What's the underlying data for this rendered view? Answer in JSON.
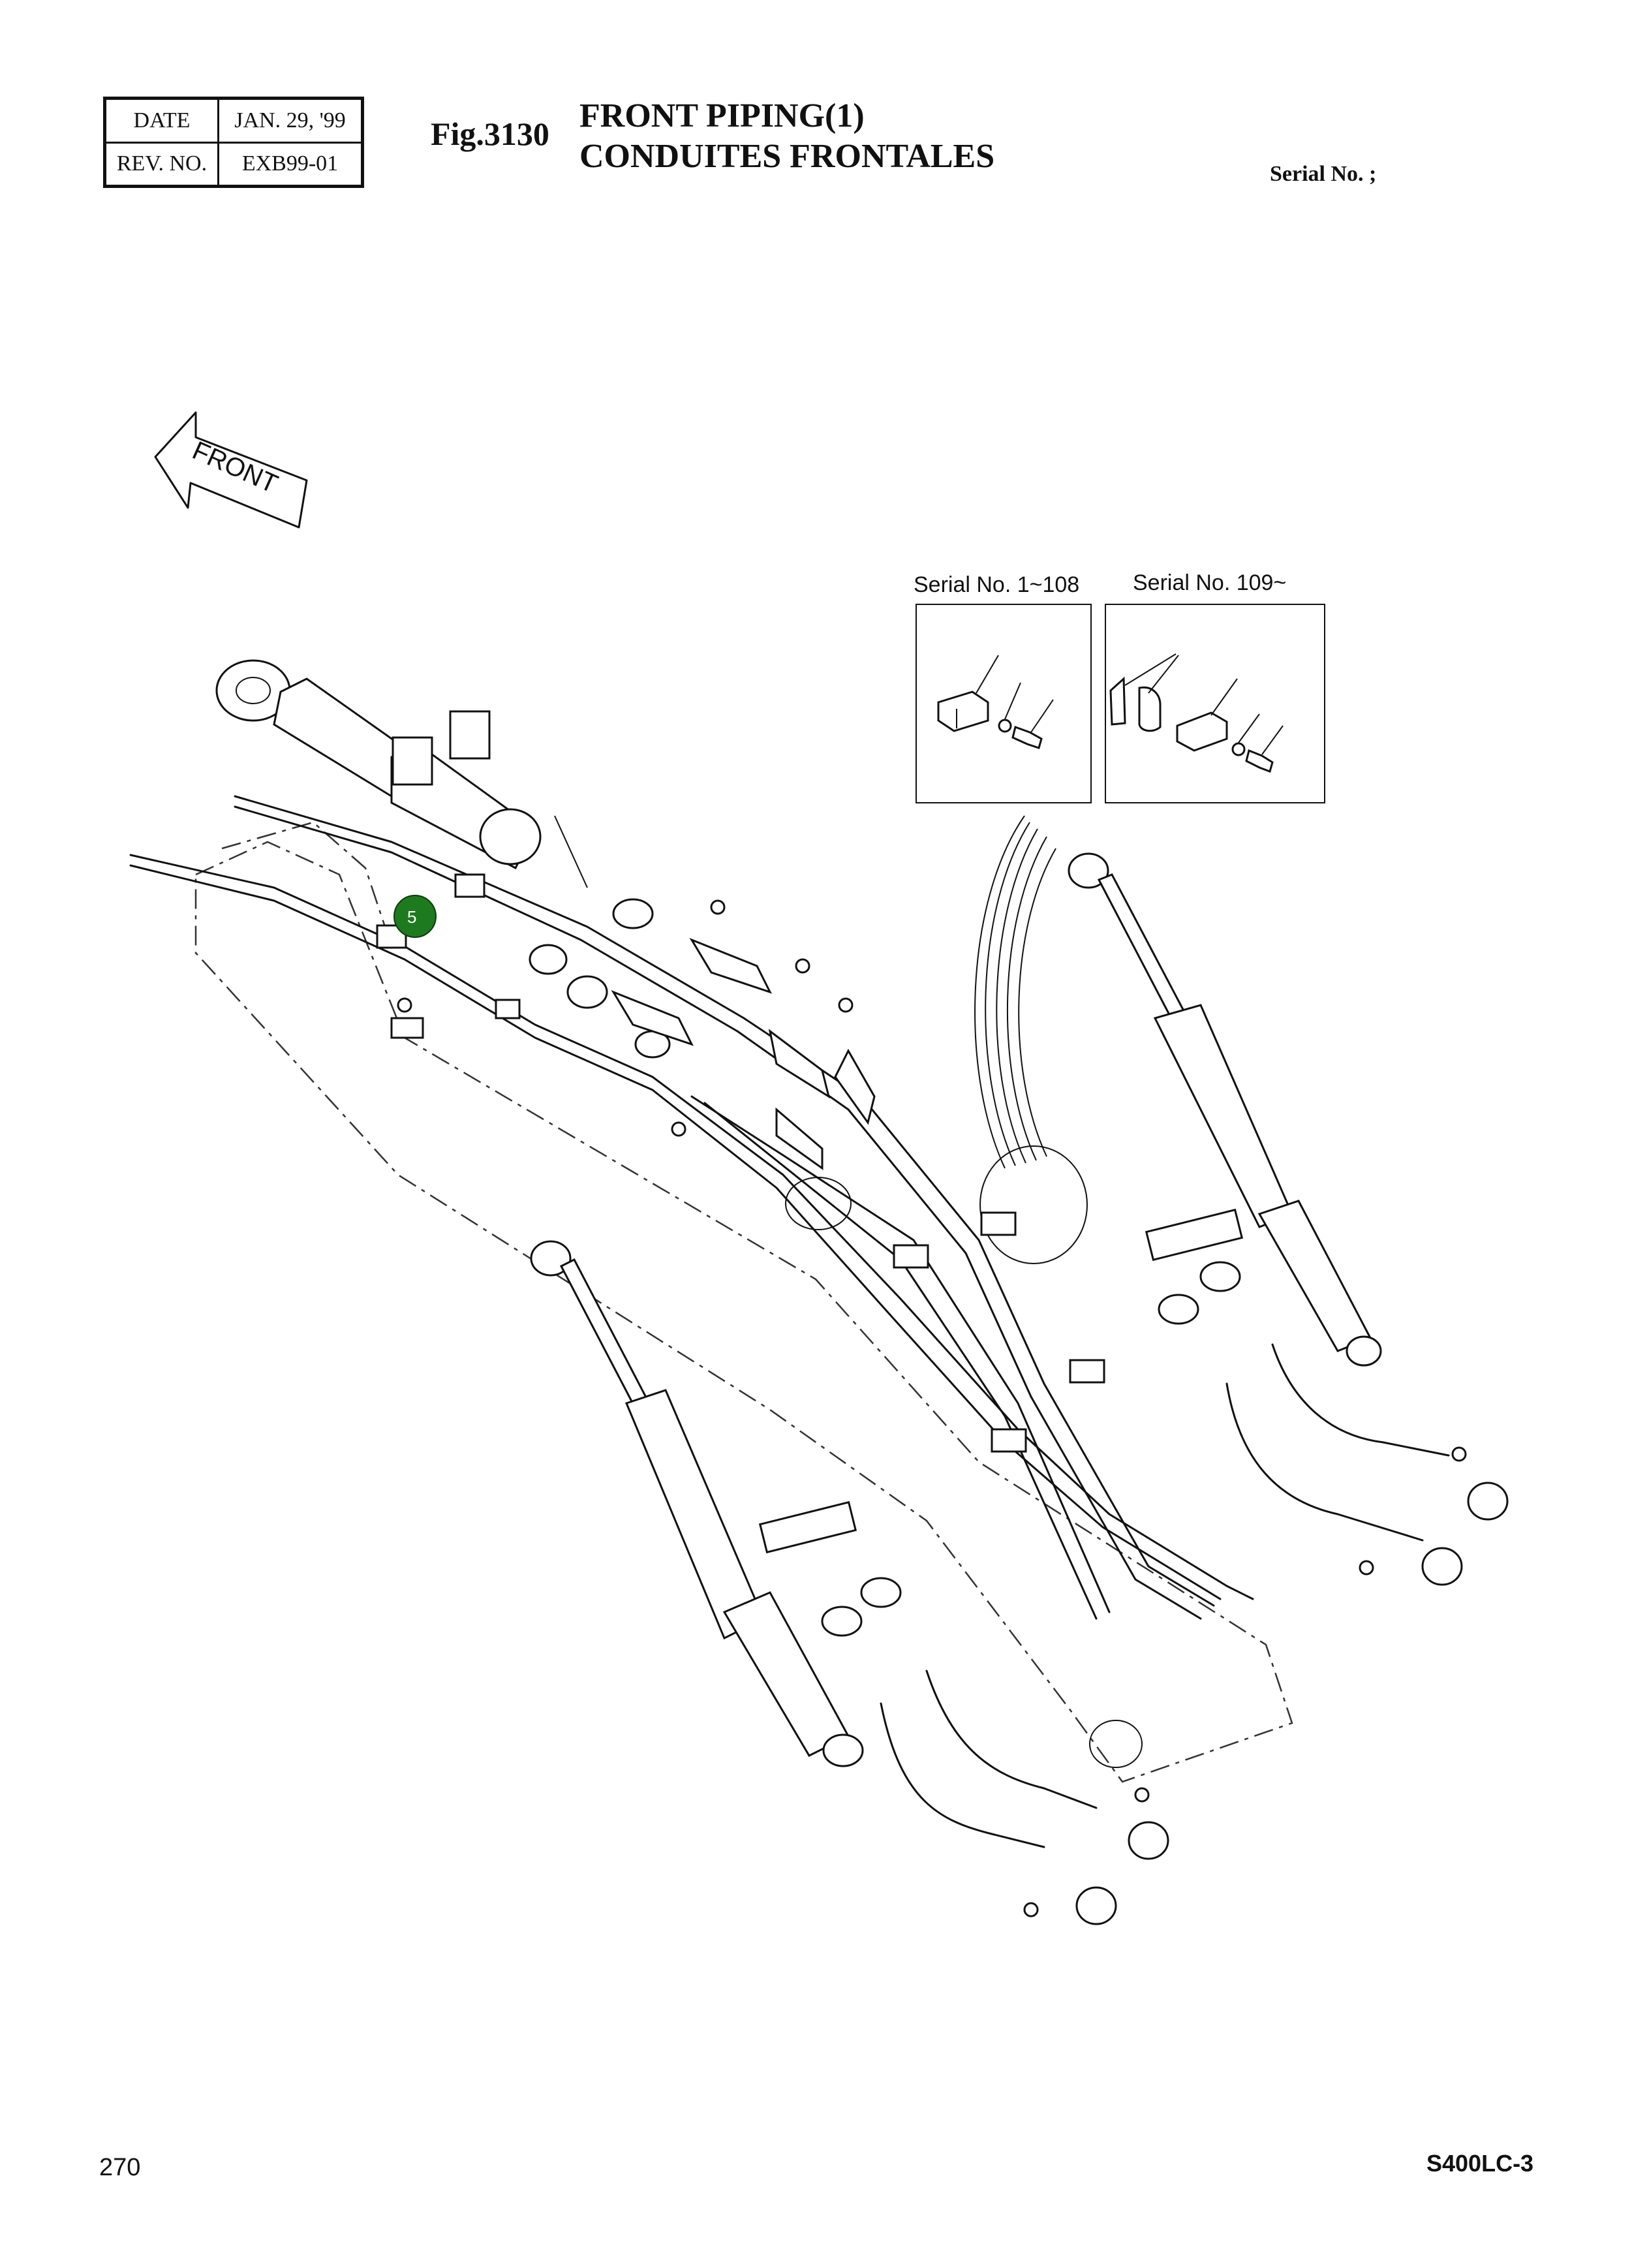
{
  "header": {
    "date_label": "DATE",
    "date_value": "JAN. 29, '99",
    "rev_label": "REV. NO.",
    "rev_value": "EXB99-01",
    "fig_no": "Fig.3130",
    "title_en": "FRONT PIPING(1)",
    "title_fr": "CONDUITES FRONTALES",
    "serial_label": "Serial No. ;"
  },
  "diagram": {
    "front_label": "FRONT",
    "inset_a_label": "Serial No. 1~108",
    "inset_b_label": "Serial No. 109~",
    "callout_number": "5",
    "callout_color": "#1e7a1e"
  },
  "footer": {
    "page_number": "270",
    "model": "S400LC-3"
  }
}
